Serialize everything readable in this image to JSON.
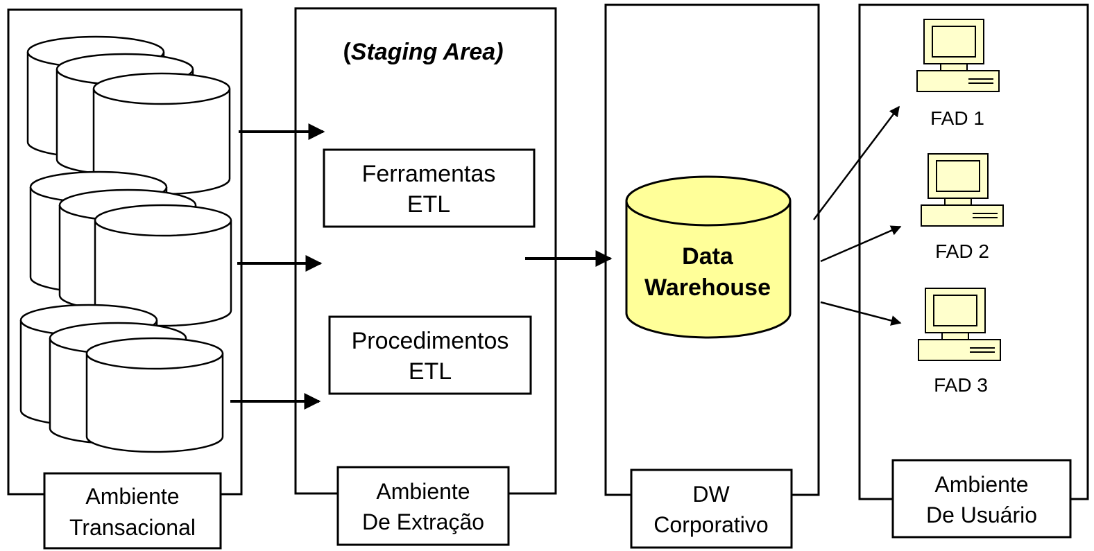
{
  "columns": [
    {
      "line1": "Ambiente",
      "line2": "Transacional"
    },
    {
      "line1": "Ambiente",
      "line2": "De Extração"
    },
    {
      "line1": "DW",
      "line2": "Corporativo"
    },
    {
      "line1": "Ambiente",
      "line2": "De Usuário"
    }
  ],
  "staging": {
    "open": "(",
    "italic": "Staging Area)"
  },
  "etl_tools": {
    "line1": "Ferramentas",
    "line2": "ETL"
  },
  "etl_procedures": {
    "line1": "Procedimentos",
    "line2": "ETL"
  },
  "warehouse": {
    "line1": "Data",
    "line2": "Warehouse",
    "fill": "#ffff99"
  },
  "workstations": [
    "FAD 1",
    "FAD 2",
    "FAD 3"
  ],
  "colors": {
    "stroke": "#000000",
    "workstation_fill": "#ffffcc",
    "database_fill": "#ffffff"
  },
  "icons": [
    "database-icon",
    "computer-icon",
    "arrow-icon"
  ]
}
